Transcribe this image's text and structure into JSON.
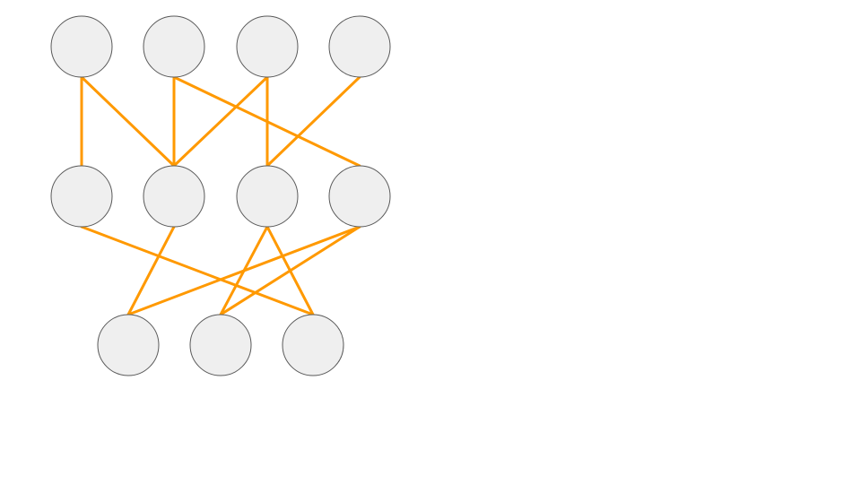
{
  "diagram": {
    "colors": {
      "background": "#ffffff",
      "node_fill": "#efefef",
      "node_stroke": "#595959",
      "edge": "#ff9900"
    },
    "layers": [
      [
        "t1",
        "t2",
        "t3",
        "t4"
      ],
      [
        "m1",
        "m2",
        "m3",
        "m4"
      ],
      [
        "b1",
        "b2",
        "b3"
      ]
    ],
    "edges": [
      [
        "t1",
        "m1"
      ],
      [
        "t1",
        "m2"
      ],
      [
        "t2",
        "m2"
      ],
      [
        "t2",
        "m4"
      ],
      [
        "t3",
        "m2"
      ],
      [
        "t3",
        "m3"
      ],
      [
        "t4",
        "m3"
      ],
      [
        "m1",
        "b3"
      ],
      [
        "m2",
        "b1"
      ],
      [
        "m3",
        "b2"
      ],
      [
        "m3",
        "b3"
      ],
      [
        "m4",
        "b1"
      ],
      [
        "m4",
        "b2"
      ]
    ]
  }
}
